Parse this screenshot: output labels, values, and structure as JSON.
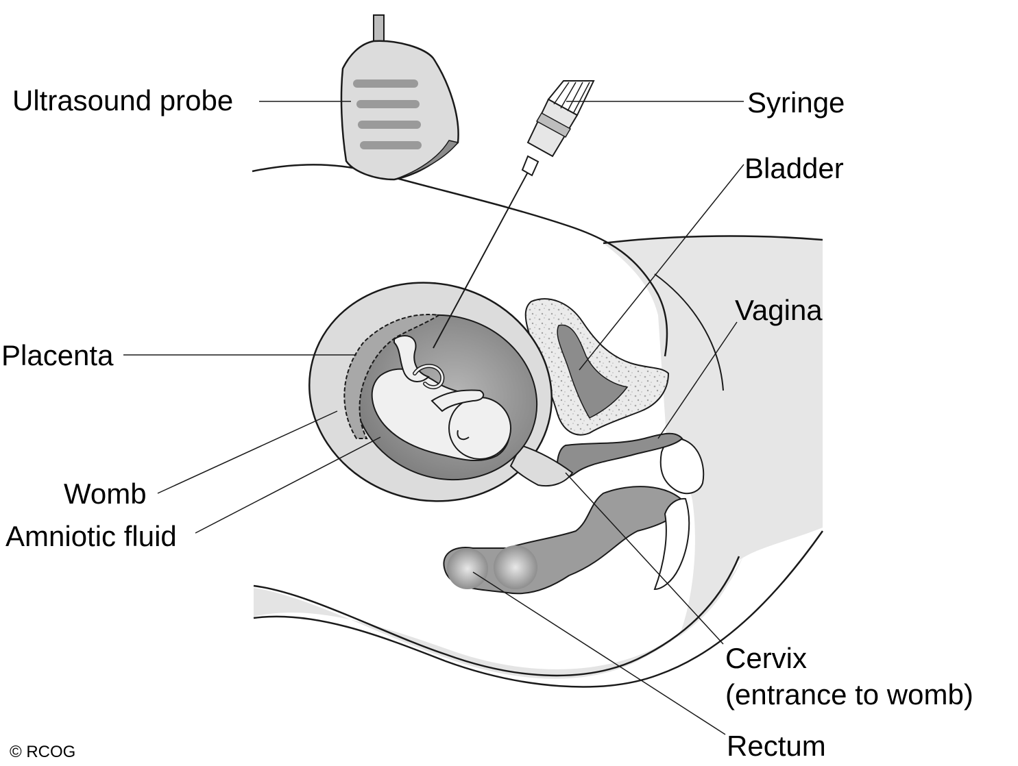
{
  "labels": {
    "ultrasound_probe": "Ultrasound probe",
    "syringe": "Syringe",
    "bladder": "Bladder",
    "vagina": "Vagina",
    "placenta": "Placenta",
    "womb": "Womb",
    "amniotic_fluid": "Amniotic fluid",
    "cervix": "Cervix",
    "cervix_note": "(entrance to womb)",
    "rectum": "Rectum"
  },
  "copyright": "© RCOG",
  "colors": {
    "outline": "#1a1a1a",
    "body_fill": "#e4e4e4",
    "womb_wall": "#dcdcdc",
    "amniotic_fluid": "#8a8a8a",
    "placenta": "#a8a8a8",
    "fetus": "#f0f0f0",
    "bladder_wall": "#d6d6d6",
    "bladder_lumen": "#8c8c8c",
    "vagina": "#8e8e8e",
    "rectum": "#999999",
    "probe": "#dcdcdc"
  }
}
